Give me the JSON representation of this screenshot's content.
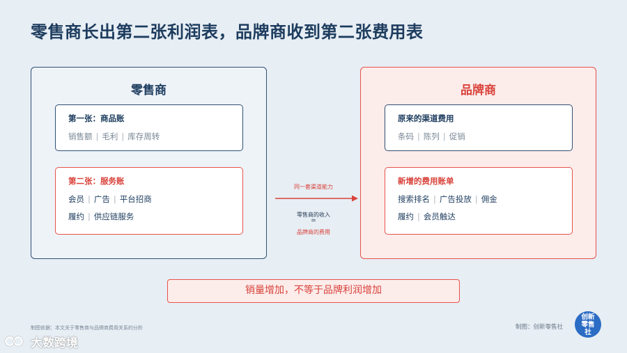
{
  "title": "零售商长出第二张利润表，品牌商收到第二张费用表",
  "colors": {
    "navy": "#1d3c5e",
    "red": "#d9423b",
    "border_blue": "#2f4f73",
    "border_red": "#e8524a"
  },
  "retailer": {
    "heading": "零售商",
    "card1": {
      "title": "第一张：商品账",
      "items": [
        "销售额",
        "毛利",
        "库存周转"
      ]
    },
    "card2": {
      "title": "第二张：服务账",
      "line1": [
        "会员",
        "广告",
        "平台招商"
      ],
      "line2": [
        "履约",
        "供应链服务"
      ]
    }
  },
  "brand": {
    "heading": "品牌商",
    "card1": {
      "title": "原来的渠道费用",
      "items": [
        "条码",
        "陈列",
        "促销"
      ]
    },
    "card2": {
      "title": "新增的费用账单",
      "line1": [
        "搜索排名",
        "广告投放",
        "佣金"
      ],
      "line2": [
        "履约",
        "会员触达"
      ]
    }
  },
  "middle": {
    "channel": "同一套渠道能力",
    "income": "零售商的收入",
    "equals": "=",
    "cost": "品牌商的费用"
  },
  "banner": "销量增加，不等于品牌利润增加",
  "footer": {
    "source": "制图依据：本文关于零售商与品牌商费用关系的分析",
    "credit": "制图：创新零售社",
    "logo_text": "创新零售社",
    "watermark_text": "大数跨境"
  }
}
